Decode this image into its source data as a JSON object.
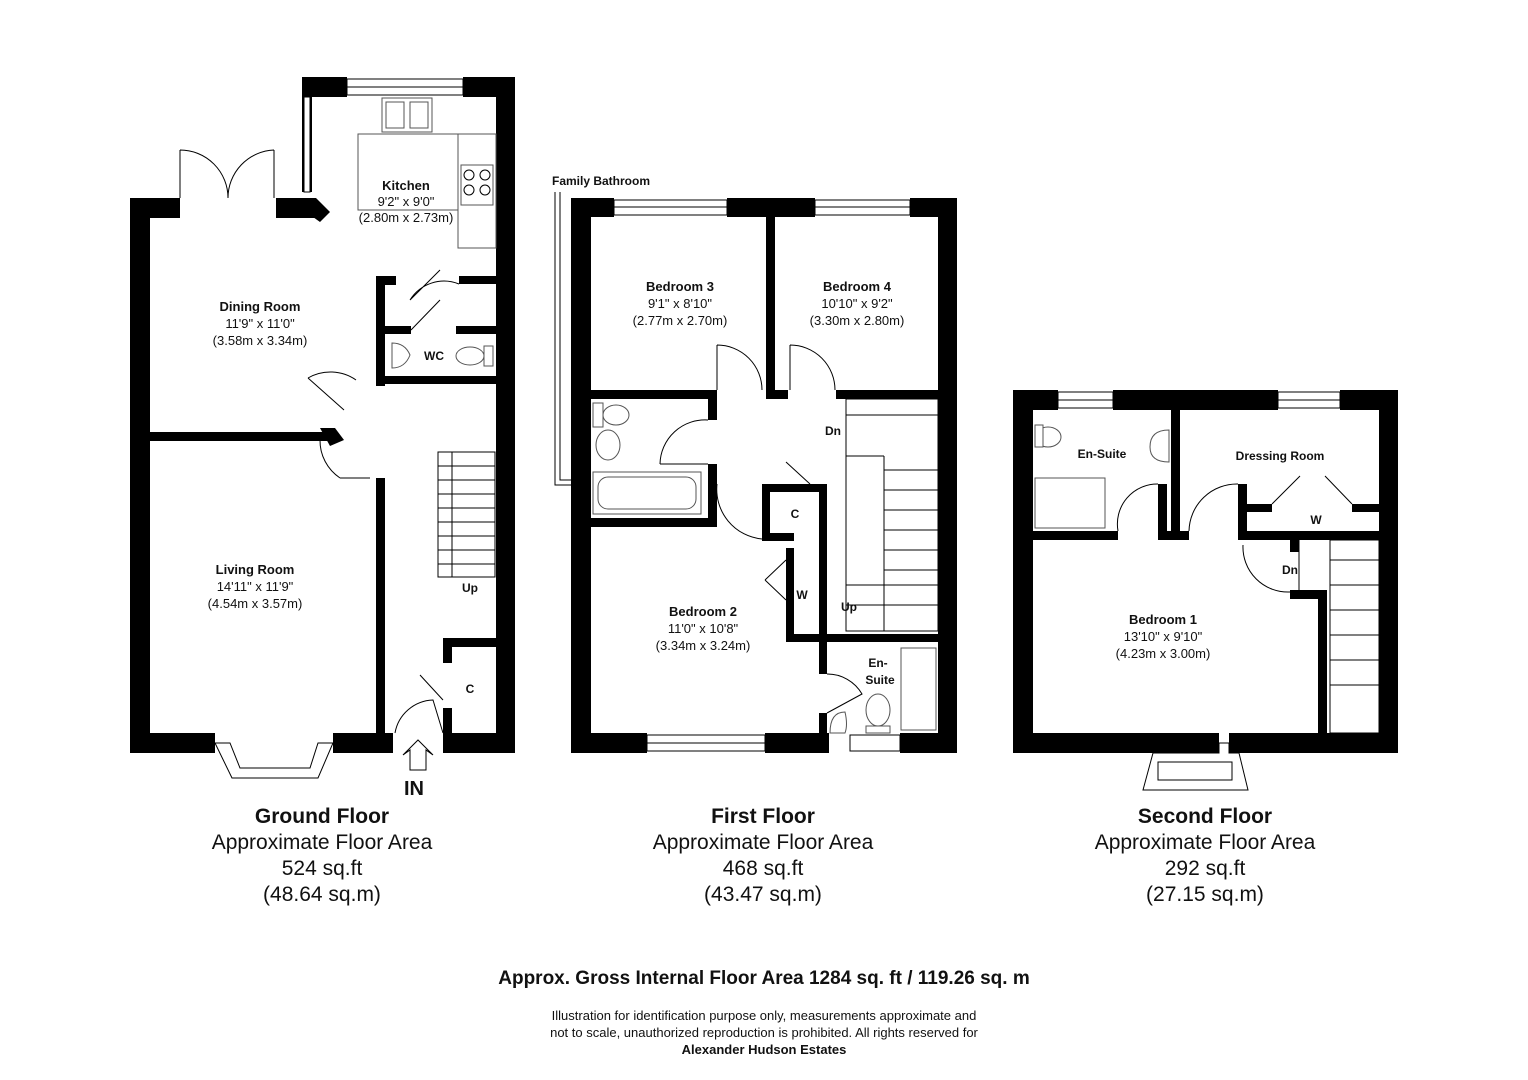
{
  "ground_floor": {
    "title": "Ground Floor",
    "area_label": "Approximate Floor Area",
    "sqft": "524 sq.ft",
    "sqm": "(48.64 sq.m)",
    "rooms": {
      "kitchen": {
        "name": "Kitchen",
        "imperial": "9'2\" x 9'0\"",
        "metric": "(2.80m x 2.73m)"
      },
      "dining": {
        "name": "Dining Room",
        "imperial": "11'9\" x 11'0\"",
        "metric": "(3.58m x 3.34m)"
      },
      "living": {
        "name": "Living Room",
        "imperial": "14'11\" x 11'9\"",
        "metric": "(4.54m x 3.57m)"
      },
      "wc": "WC",
      "cupboard": "C",
      "stairs_up": "Up"
    },
    "entrance": "IN"
  },
  "first_floor": {
    "title": "First Floor",
    "area_label": "Approximate Floor Area",
    "sqft": "468 sq.ft",
    "sqm": "(43.47 sq.m)",
    "rooms": {
      "family_bathroom": "Family Bathroom",
      "bedroom3": {
        "name": "Bedroom 3",
        "imperial": "9'1\" x 8'10\"",
        "metric": "(2.77m x 2.70m)"
      },
      "bedroom4": {
        "name": "Bedroom 4",
        "imperial": "10'10\" x 9'2\"",
        "metric": "(3.30m x 2.80m)"
      },
      "bedroom2": {
        "name": "Bedroom 2",
        "imperial": "11'0\" x 10'8\"",
        "metric": "(3.34m x 3.24m)"
      },
      "ensuite_line1": "En-",
      "ensuite_line2": "Suite",
      "cupboard": "C",
      "wardrobe": "W",
      "stairs_down": "Dn",
      "stairs_up": "Up"
    }
  },
  "second_floor": {
    "title": "Second Floor",
    "area_label": "Approximate Floor Area",
    "sqft": "292 sq.ft",
    "sqm": "(27.15 sq.m)",
    "rooms": {
      "ensuite": "En-Suite",
      "dressing": "Dressing Room",
      "wardrobe": "W",
      "stairs_down": "Dn",
      "bedroom1": {
        "name": "Bedroom 1",
        "imperial": "13'10\" x 9'10\"",
        "metric": "(4.23m x 3.00m)"
      }
    }
  },
  "gross_area": "Approx. Gross Internal Floor Area 1284 sq. ft / 119.26 sq. m",
  "disclaimer": {
    "line1": "Illustration for identification purpose only, measurements approximate and",
    "line2": "not to scale, unauthorized reproduction is prohibited. All rights reserved for",
    "company": "Alexander Hudson Estates"
  }
}
